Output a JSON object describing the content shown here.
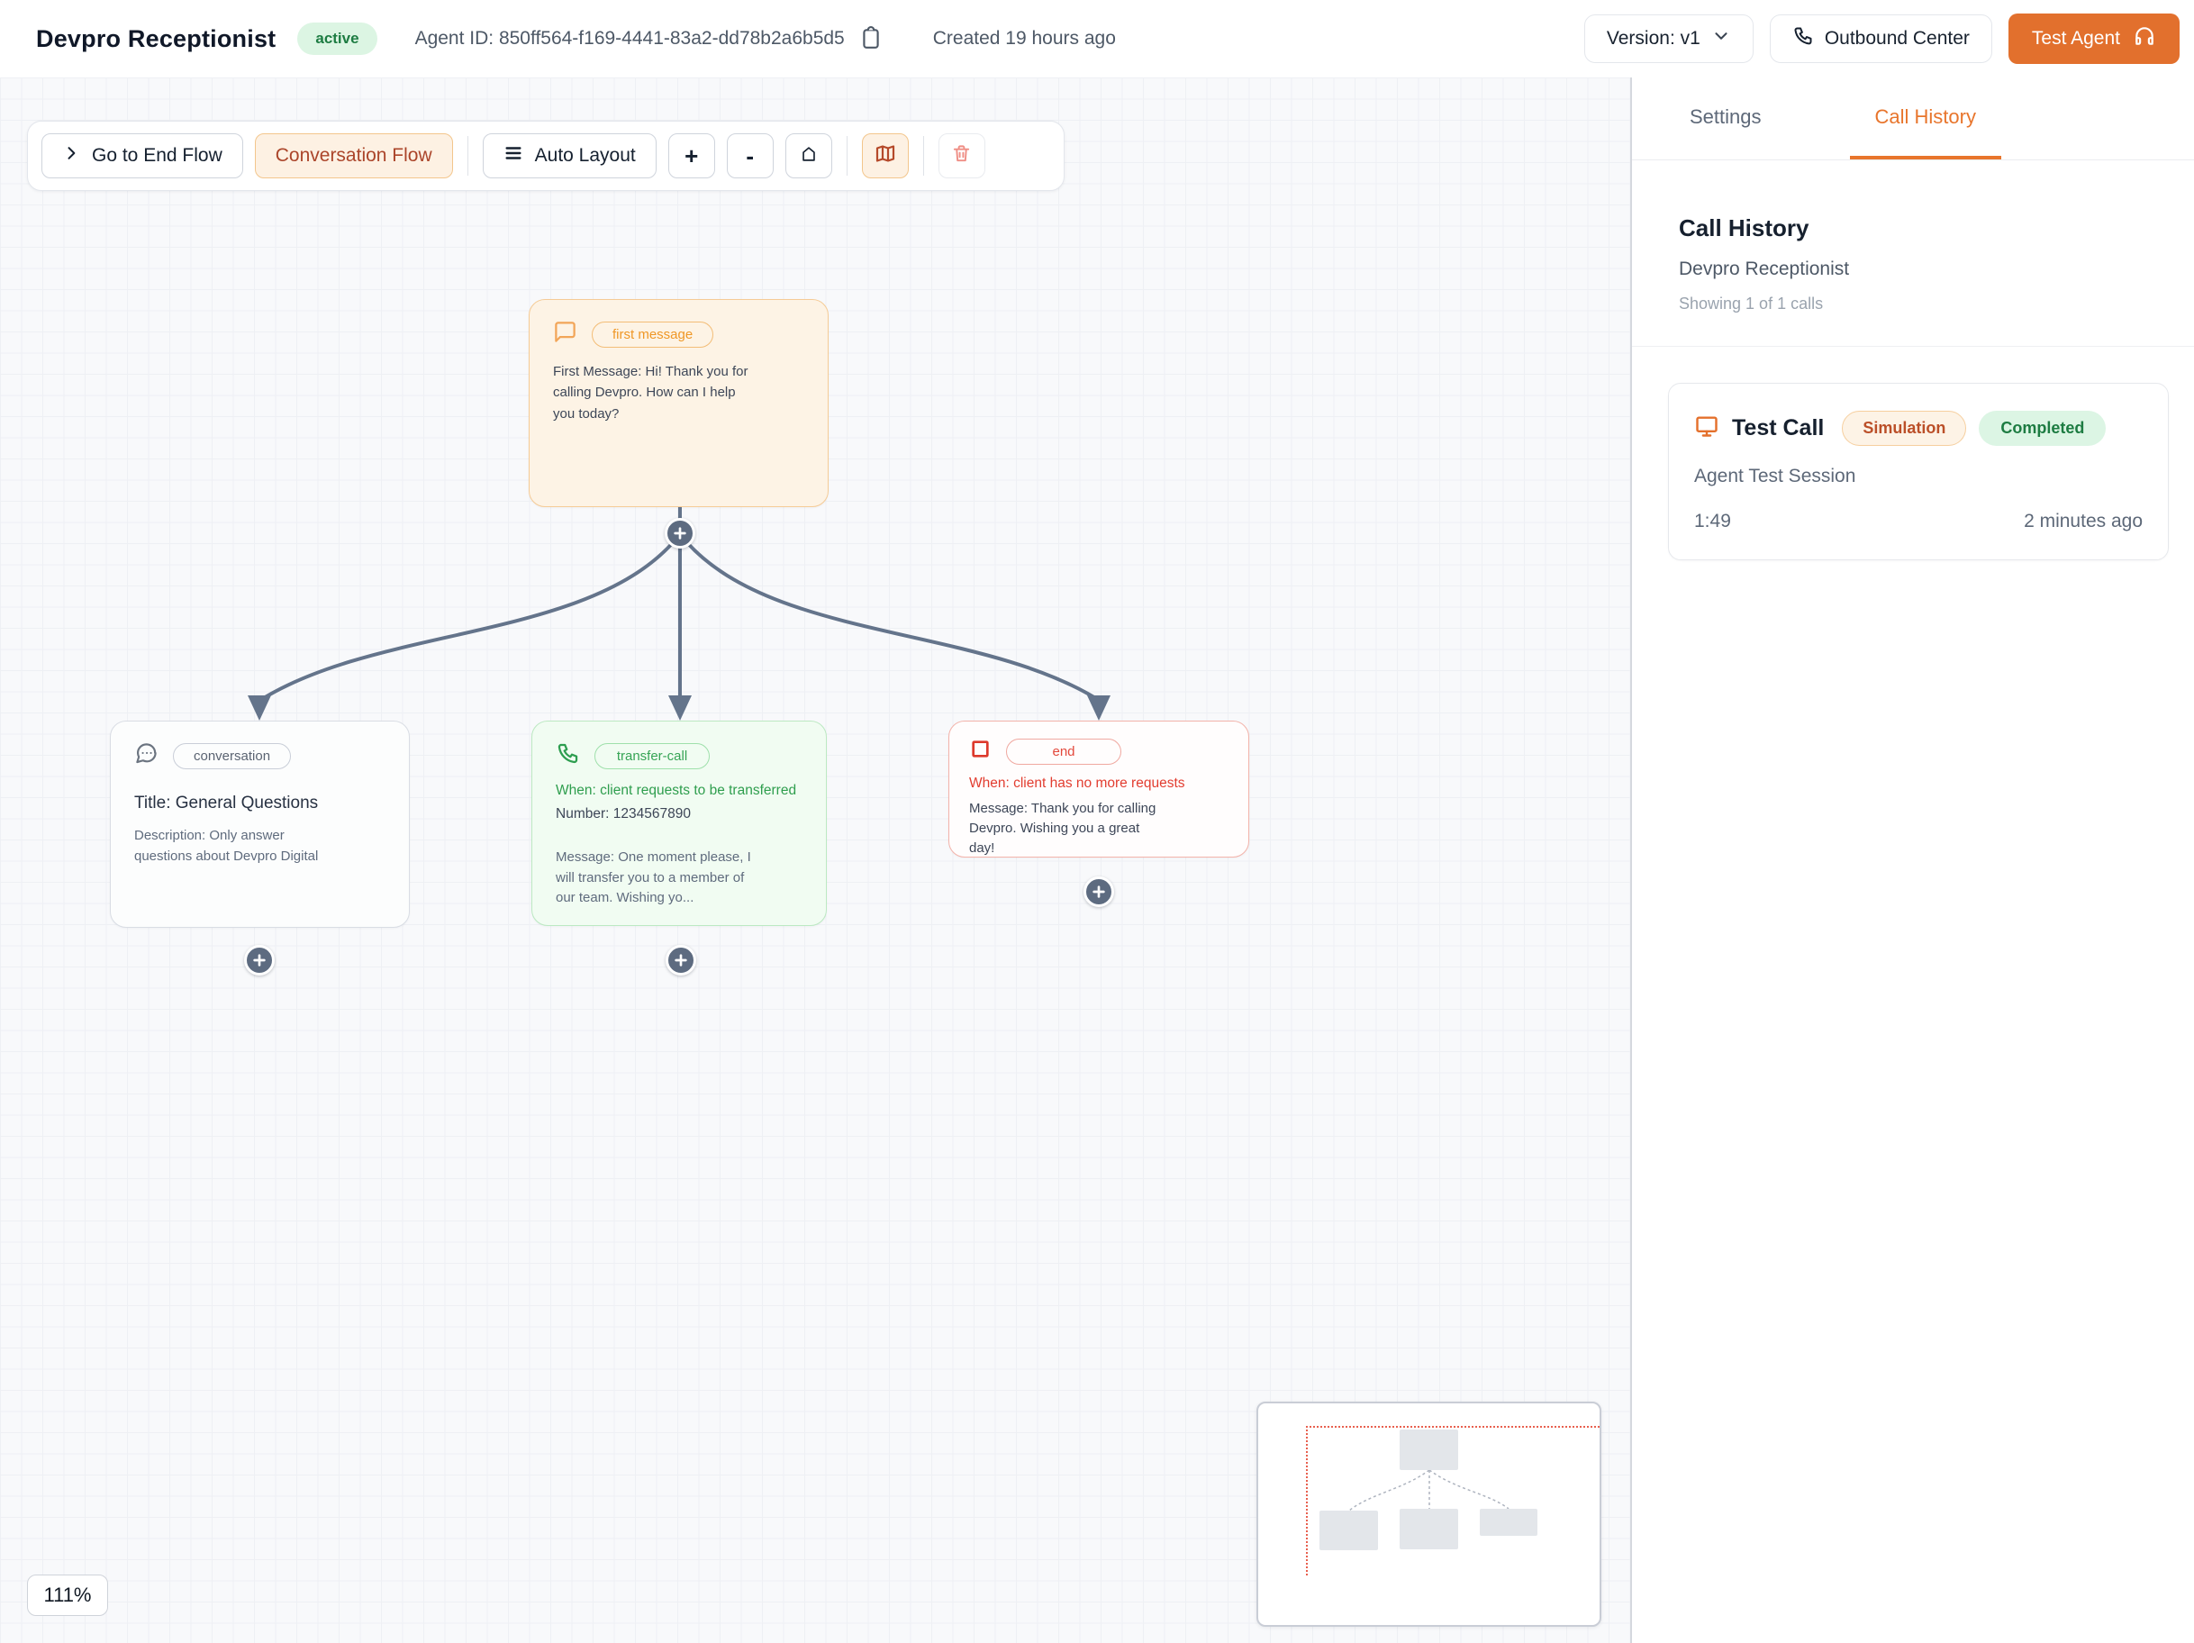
{
  "header": {
    "title": "Devpro Receptionist",
    "status_badge": "active",
    "agent_id": "Agent ID: 850ff564-f169-4441-83a2-dd78b2a6b5d5",
    "created": "Created 19 hours ago",
    "version_button": "Version: v1",
    "outbound_center_button": "Outbound Center",
    "test_agent_button": "Test Agent"
  },
  "toolbar": {
    "go_to_end_flow": "Go to End Flow",
    "conversation_flow": "Conversation Flow",
    "auto_layout": "Auto Layout",
    "zoom_in": "+",
    "zoom_out": "-"
  },
  "flow": {
    "first_message_node": {
      "badge": "first message",
      "text": "First Message: Hi! Thank you for calling Devpro. How can I help you today?"
    },
    "conversation_node": {
      "badge": "conversation",
      "title": "Title: General Questions",
      "description": "Description: Only answer questions about Devpro Digital"
    },
    "transfer_node": {
      "badge": "transfer-call",
      "when": "When: client requests to be transferred",
      "number": "Number: 1234567890",
      "message": "Message: One moment please, I will transfer you to a member of our team. Wishing yo..."
    },
    "end_node": {
      "badge": "end",
      "when": "When: client has no more requests",
      "message": "Message: Thank you for calling Devpro. Wishing you a great day!"
    }
  },
  "canvas": {
    "zoom_level": "111%"
  },
  "sidebar": {
    "tabs": [
      {
        "label": "Settings"
      },
      {
        "label": "Call History"
      }
    ],
    "heading": "Call History",
    "agent_name": "Devpro Receptionist",
    "showing": "Showing 1 of 1 calls",
    "call_card": {
      "title": "Test Call",
      "type_badge": "Simulation",
      "status_badge": "Completed",
      "session": "Agent Test Session",
      "duration": "1:49",
      "time_ago": "2 minutes ago"
    }
  },
  "colors": {
    "accent_orange": "#e8752c",
    "button_orange": "#e2702d",
    "status_green": "#1d7c42",
    "node_green": "#2f9e4e",
    "node_red": "#e23d30",
    "edge_slate": "#64748b"
  }
}
